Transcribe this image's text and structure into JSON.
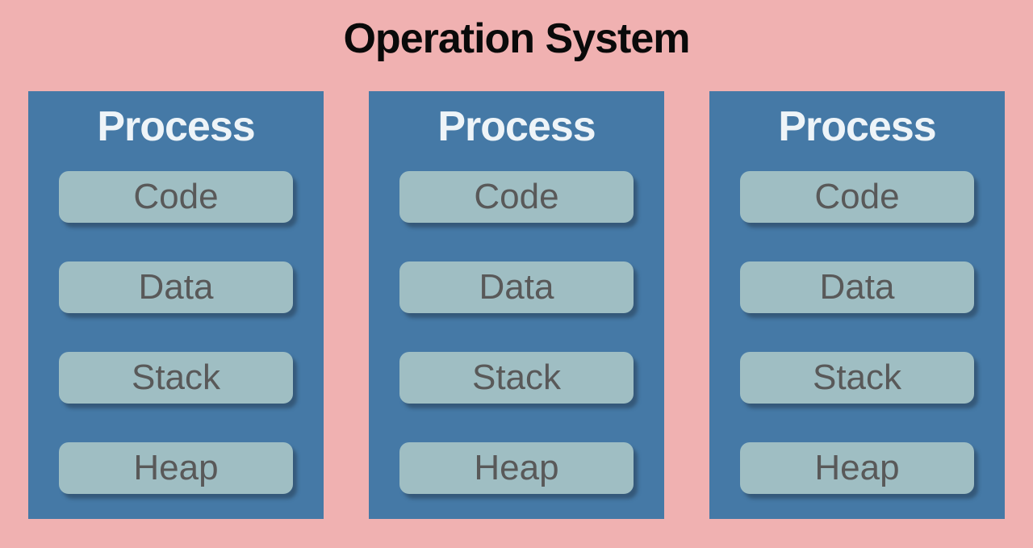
{
  "title": "Operation System",
  "colors": {
    "background": "#f0b1b1",
    "process_background": "#4579a6",
    "segment_background": "#9fbec3",
    "segment_text": "#595959",
    "process_title_text": "#eef4f8",
    "os_title_text": "#0a0a0a"
  },
  "processes": [
    {
      "title": "Process",
      "segments": [
        "Code",
        "Data",
        "Stack",
        "Heap"
      ]
    },
    {
      "title": "Process",
      "segments": [
        "Code",
        "Data",
        "Stack",
        "Heap"
      ]
    },
    {
      "title": "Process",
      "segments": [
        "Code",
        "Data",
        "Stack",
        "Heap"
      ]
    }
  ]
}
